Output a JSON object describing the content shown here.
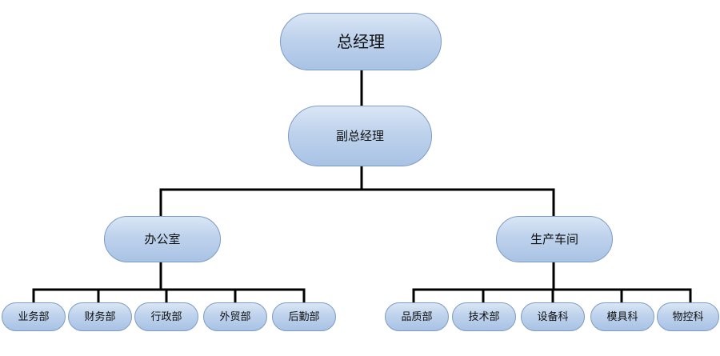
{
  "org_chart": {
    "root": {
      "label": "总经理"
    },
    "deputy": {
      "label": "副总经理"
    },
    "branches": [
      {
        "label": "办公室",
        "departments": [
          "业务部",
          "财务部",
          "行政部",
          "外贸部",
          "后勤部"
        ]
      },
      {
        "label": "生产车间",
        "departments": [
          "品质部",
          "技术部",
          "设备科",
          "模具科",
          "物控科"
        ]
      }
    ]
  },
  "colors": {
    "node_fill_top": "#dae6f5",
    "node_fill_bottom": "#a9c3e5",
    "node_border": "#7d9cc4",
    "connector": "#000000"
  }
}
